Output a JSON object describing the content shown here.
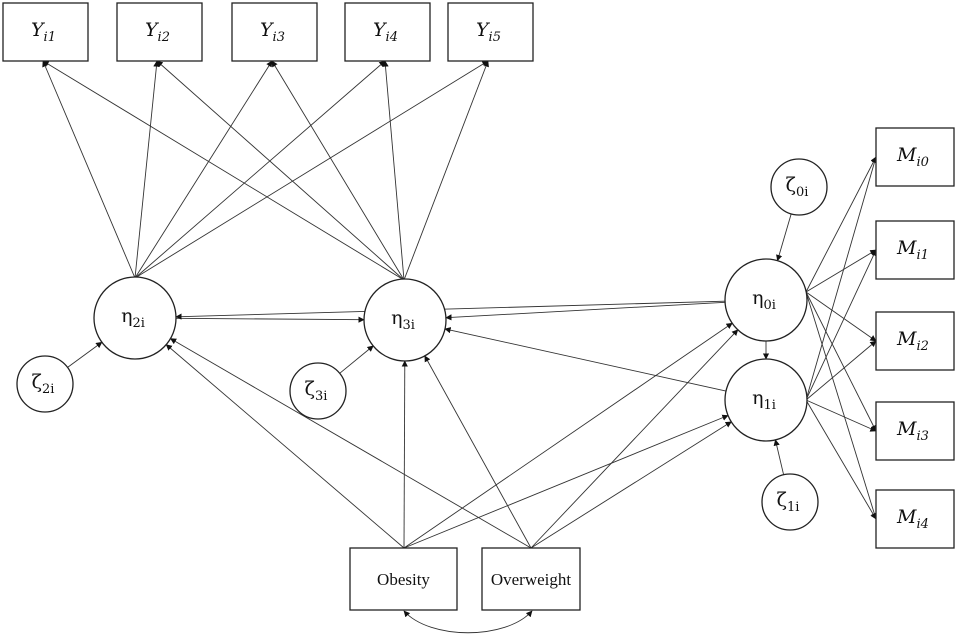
{
  "colors": {
    "stroke": "#222222",
    "edge": "#333333",
    "background": "#ffffff"
  },
  "indicators_y": [
    {
      "id": "Y1",
      "base": "Y",
      "sub": "i1"
    },
    {
      "id": "Y2",
      "base": "Y",
      "sub": "i2"
    },
    {
      "id": "Y3",
      "base": "Y",
      "sub": "i3"
    },
    {
      "id": "Y4",
      "base": "Y",
      "sub": "i4"
    },
    {
      "id": "Y5",
      "base": "Y",
      "sub": "i5"
    }
  ],
  "indicators_m": [
    {
      "id": "M0",
      "base": "M",
      "sub": "i0"
    },
    {
      "id": "M1",
      "base": "M",
      "sub": "i1"
    },
    {
      "id": "M2",
      "base": "M",
      "sub": "i2"
    },
    {
      "id": "M3",
      "base": "M",
      "sub": "i3"
    },
    {
      "id": "M4",
      "base": "M",
      "sub": "i4"
    }
  ],
  "latents": [
    {
      "id": "eta2",
      "base": "η",
      "sub": "2i"
    },
    {
      "id": "eta3",
      "base": "η",
      "sub": "3i"
    },
    {
      "id": "eta0",
      "base": "η",
      "sub": "0i"
    },
    {
      "id": "eta1",
      "base": "η",
      "sub": "1i"
    }
  ],
  "disturbances": [
    {
      "id": "zeta2",
      "base": "ζ",
      "sub": "2i"
    },
    {
      "id": "zeta3",
      "base": "ζ",
      "sub": "3i"
    },
    {
      "id": "zeta0",
      "base": "ζ",
      "sub": "0i"
    },
    {
      "id": "zeta1",
      "base": "ζ",
      "sub": "1i"
    }
  ],
  "covariates": [
    {
      "id": "obesity",
      "label": "Obesity"
    },
    {
      "id": "overweight",
      "label": "Overweight"
    }
  ],
  "edges": [
    [
      "eta2",
      "Y1"
    ],
    [
      "eta2",
      "Y2"
    ],
    [
      "eta2",
      "Y3"
    ],
    [
      "eta2",
      "Y4"
    ],
    [
      "eta2",
      "Y5"
    ],
    [
      "eta3",
      "Y1"
    ],
    [
      "eta3",
      "Y2"
    ],
    [
      "eta3",
      "Y3"
    ],
    [
      "eta3",
      "Y4"
    ],
    [
      "eta3",
      "Y5"
    ],
    [
      "eta2",
      "eta3"
    ],
    [
      "eta0",
      "eta2"
    ],
    [
      "eta0",
      "eta3"
    ],
    [
      "eta1",
      "eta3"
    ],
    [
      "eta0",
      "eta1"
    ],
    [
      "eta0",
      "M0"
    ],
    [
      "eta0",
      "M1"
    ],
    [
      "eta0",
      "M2"
    ],
    [
      "eta0",
      "M3"
    ],
    [
      "eta0",
      "M4"
    ],
    [
      "eta1",
      "M0"
    ],
    [
      "eta1",
      "M1"
    ],
    [
      "eta1",
      "M2"
    ],
    [
      "eta1",
      "M3"
    ],
    [
      "eta1",
      "M4"
    ],
    [
      "zeta2",
      "eta2"
    ],
    [
      "zeta3",
      "eta3"
    ],
    [
      "zeta0",
      "eta0"
    ],
    [
      "zeta1",
      "eta1"
    ],
    [
      "obesity",
      "eta2"
    ],
    [
      "obesity",
      "eta3"
    ],
    [
      "obesity",
      "eta0"
    ],
    [
      "obesity",
      "eta1"
    ],
    [
      "overweight",
      "eta2"
    ],
    [
      "overweight",
      "eta3"
    ],
    [
      "overweight",
      "eta0"
    ],
    [
      "overweight",
      "eta1"
    ]
  ],
  "curved_edges": [
    [
      "obesity",
      "overweight"
    ]
  ]
}
